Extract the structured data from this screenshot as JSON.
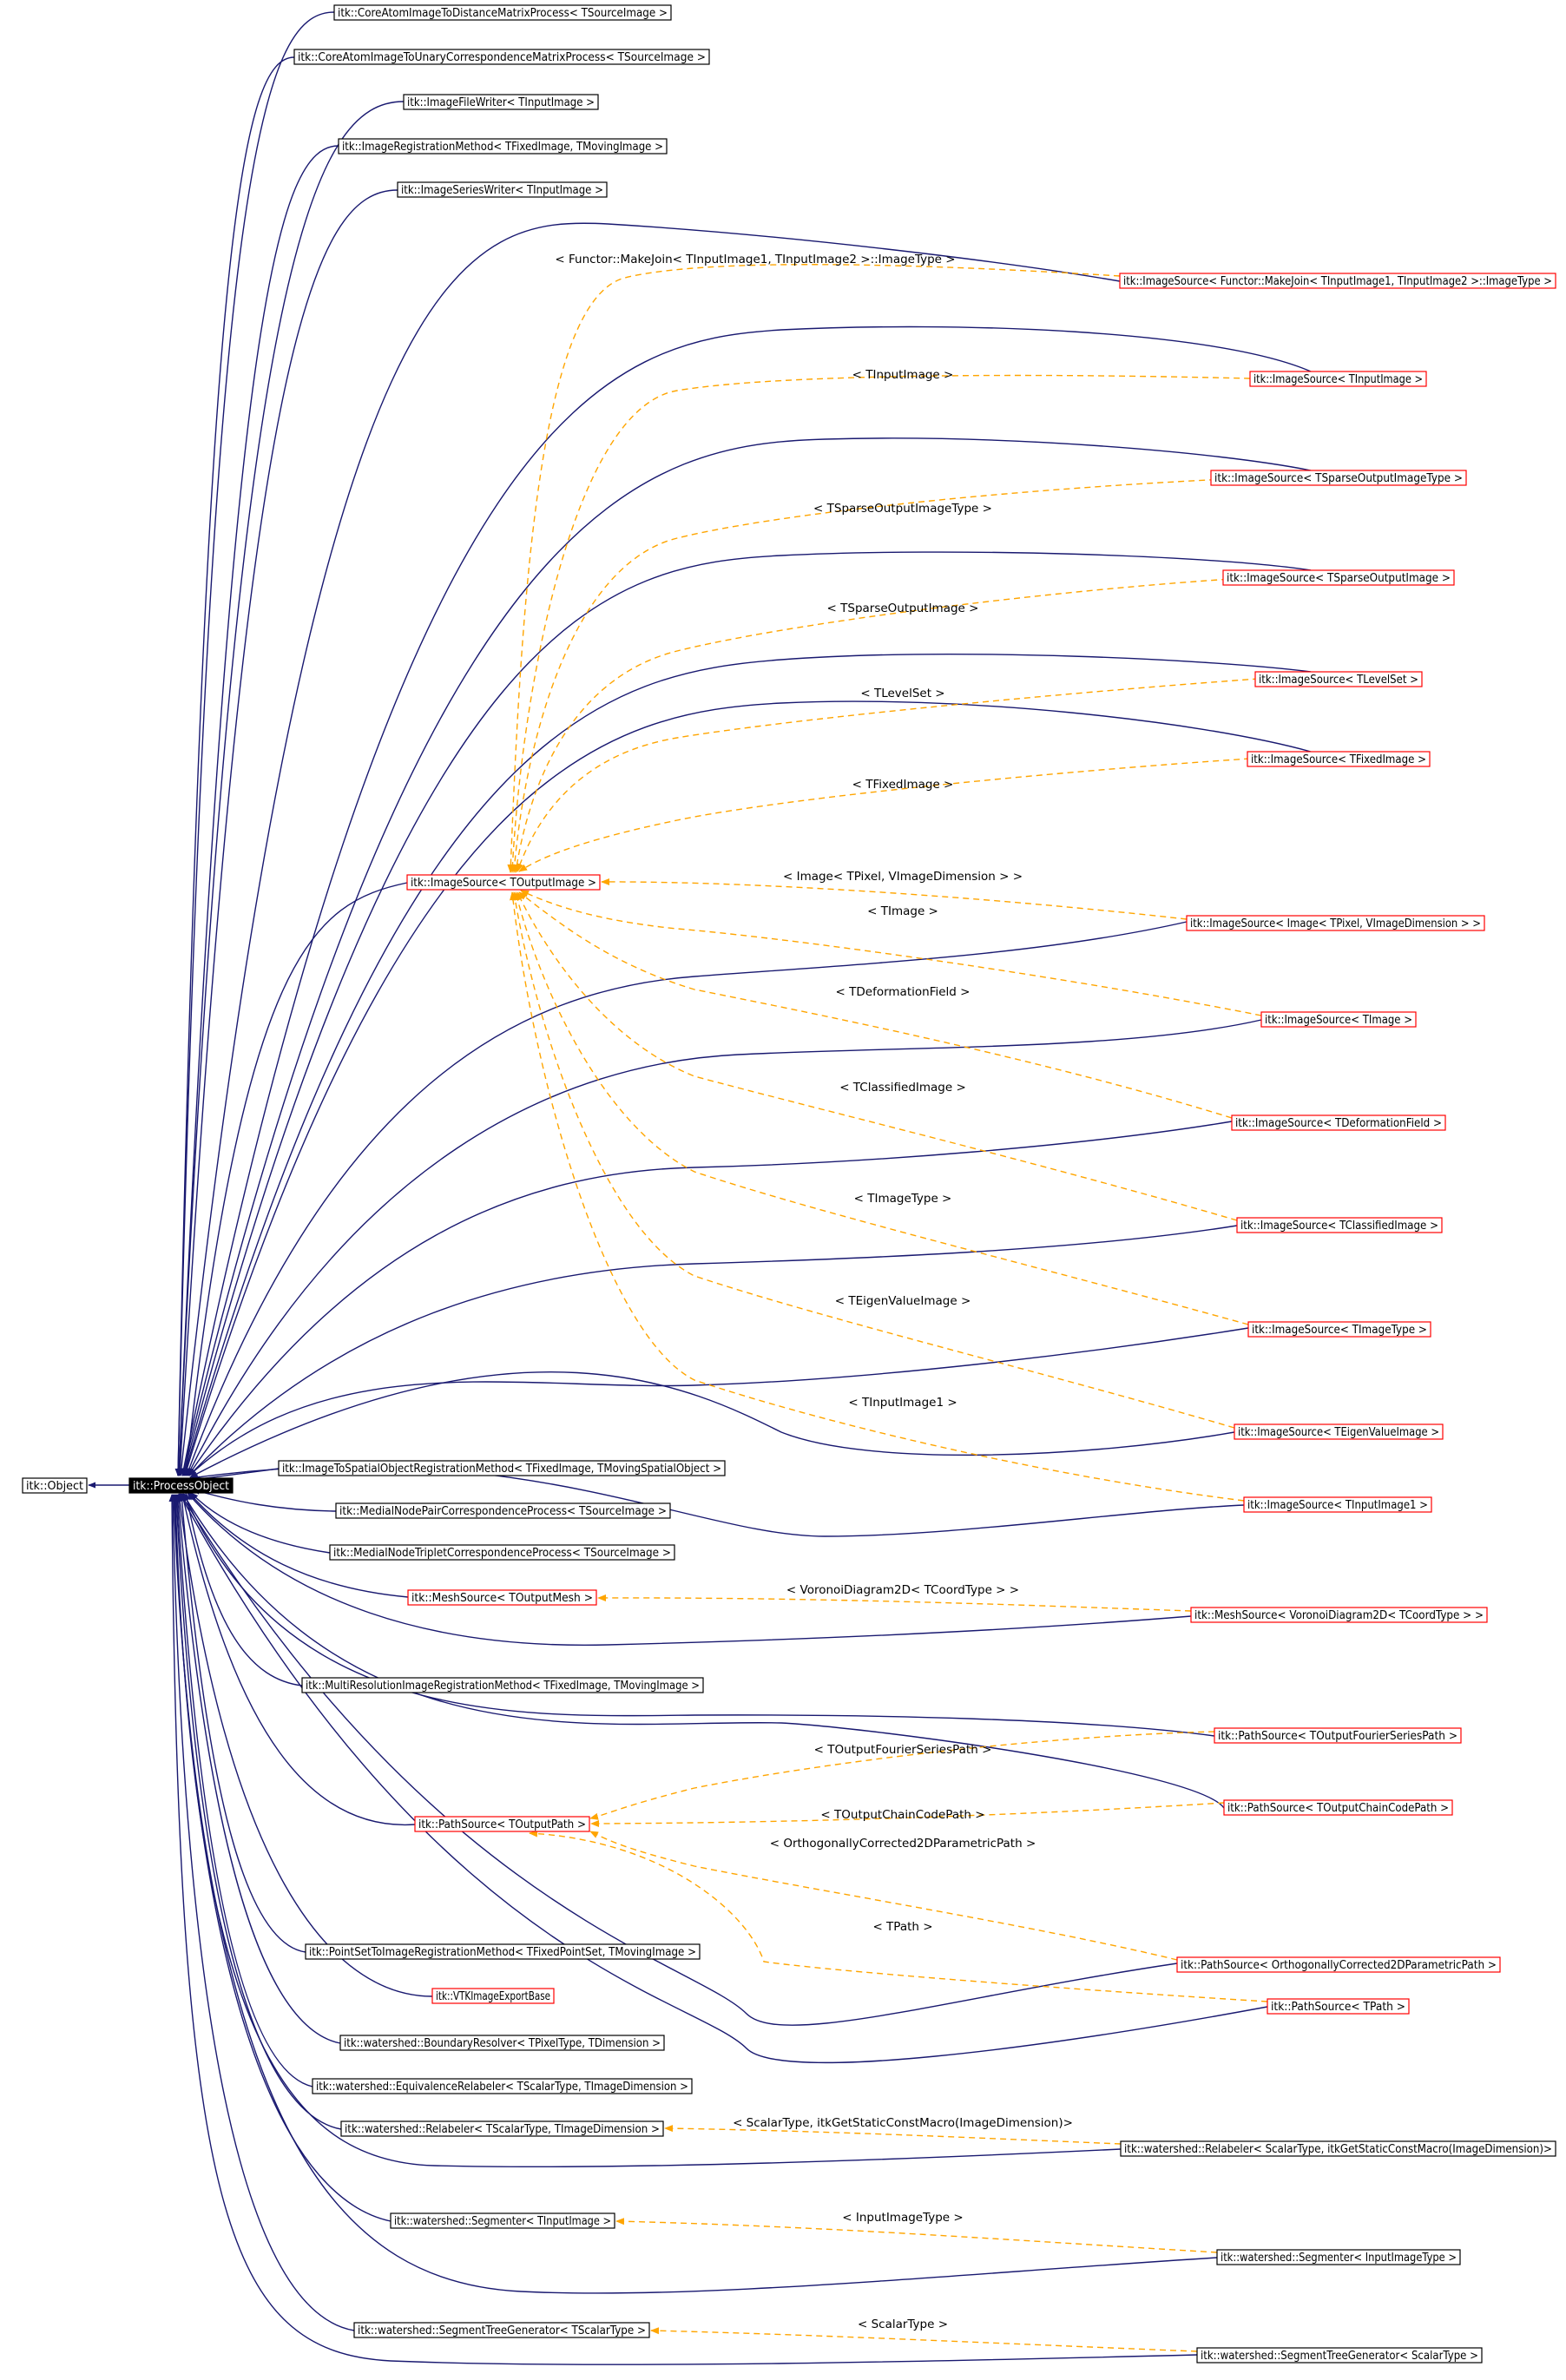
{
  "colors": {
    "inherit_edge": "#191970",
    "template_edge": "#ffa500",
    "box_black": "#000000",
    "box_red": "#ff0000",
    "focus_fill": "#000000",
    "focus_text": "#ffffff"
  },
  "nodes": {
    "object": "itk::Object",
    "process": "itk::ProcessObject",
    "core_dist": "itk::CoreAtomImageToDistanceMatrixProcess< TSourceImage >",
    "core_unary": "itk::CoreAtomImageToUnaryCorrespondenceMatrixProcess< TSourceImage >",
    "file_writer": "itk::ImageFileWriter< TInputImage >",
    "img_reg": "itk::ImageRegistrationMethod< TFixedImage, TMovingImage >",
    "series_writer": "itk::ImageSeriesWriter< TInputImage >",
    "is_makejoin": "itk::ImageSource< Functor::MakeJoin< TInputImage1, TInputImage2 >::ImageType >",
    "is_tinput": "itk::ImageSource< TInputImage >",
    "is_sparse_type": "itk::ImageSource< TSparseOutputImageType >",
    "is_sparse": "itk::ImageSource< TSparseOutputImage >",
    "is_levelset": "itk::ImageSource< TLevelSet >",
    "is_fixed": "itk::ImageSource< TFixedImage >",
    "is_output": "itk::ImageSource< TOutputImage >",
    "is_image": "itk::ImageSource< Image< TPixel, VImageDimension > >",
    "is_timage": "itk::ImageSource< TImage >",
    "is_deform": "itk::ImageSource< TDeformationField >",
    "is_class": "itk::ImageSource< TClassifiedImage >",
    "is_imagetype": "itk::ImageSource< TImageType >",
    "is_eigen": "itk::ImageSource< TEigenValueImage >",
    "is_input1": "itk::ImageSource< TInputImage1 >",
    "img_spatial": "itk::ImageToSpatialObjectRegistrationMethod< TFixedImage, TMovingSpatialObject >",
    "medial_pair": "itk::MedialNodePairCorrespondenceProcess< TSourceImage >",
    "medial_triplet": "itk::MedialNodeTripletCorrespondenceProcess< TSourceImage >",
    "mesh_out": "itk::MeshSource< TOutputMesh >",
    "mesh_voronoi": "itk::MeshSource< VoronoiDiagram2D< TCoordType > >",
    "multires": "itk::MultiResolutionImageRegistrationMethod< TFixedImage, TMovingImage >",
    "path_fourier": "itk::PathSource< TOutputFourierSeriesPath >",
    "path_chain": "itk::PathSource< TOutputChainCodePath >",
    "path_out": "itk::PathSource< TOutputPath >",
    "pointset": "itk::PointSetToImageRegistrationMethod< TFixedPointSet, TMovingImage >",
    "path_ortho": "itk::PathSource< OrthogonallyCorrected2DParametricPath >",
    "path_tpath": "itk::PathSource< TPath >",
    "vtk": "itk::VTKImageExportBase",
    "ws_boundary": "itk::watershed::BoundaryResolver< TPixelType, TDimension >",
    "ws_equiv": "itk::watershed::EquivalenceRelabeler< TScalarType, TImageDimension >",
    "ws_relabel": "itk::watershed::Relabeler< TScalarType, TImageDimension >",
    "ws_relabel_scalar": "itk::watershed::Relabeler< ScalarType, itkGetStaticConstMacro(ImageDimension)>",
    "ws_seg": "itk::watershed::Segmenter< TInputImage >",
    "ws_seg_input": "itk::watershed::Segmenter< InputImageType >",
    "ws_tree": "itk::watershed::SegmentTreeGenerator< TScalarType >",
    "ws_tree_scalar": "itk::watershed::SegmentTreeGenerator< ScalarType >"
  },
  "template_labels": {
    "makejoin": "< Functor::MakeJoin< TInputImage1, TInputImage2 >::ImageType >",
    "tinput": "< TInputImage >",
    "sparse_type": "< TSparseOutputImageType >",
    "sparse": "< TSparseOutputImage >",
    "levelset": "< TLevelSet >",
    "fixed": "< TFixedImage >",
    "image": "< Image< TPixel, VImageDimension > >",
    "timage": "< TImage >",
    "deform": "< TDeformationField >",
    "class": "< TClassifiedImage >",
    "imagetype": "< TImageType >",
    "eigen": "< TEigenValueImage >",
    "input1": "< TInputImage1 >",
    "voronoi": "< VoronoiDiagram2D< TCoordType > >",
    "fourier": "< TOutputFourierSeriesPath >",
    "chain": "< TOutputChainCodePath >",
    "ortho": "< OrthogonallyCorrected2DParametricPath >",
    "tpath": "< TPath >",
    "relabel_scalar": "< ScalarType, itkGetStaticConstMacro(ImageDimension)>",
    "seg_input": "< InputImageType >",
    "tree_scalar": "< ScalarType >"
  }
}
